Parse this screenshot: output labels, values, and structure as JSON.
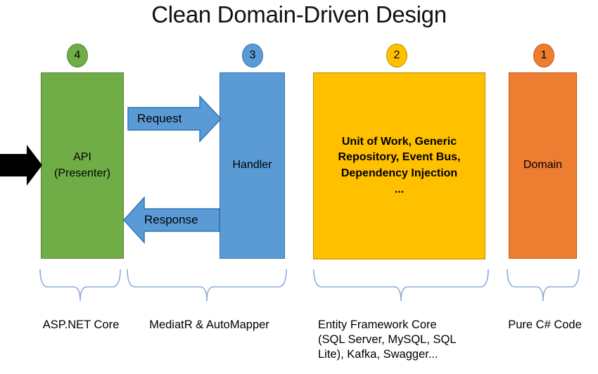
{
  "diagram": {
    "title": "Clean Domain-Driven Design",
    "colors": {
      "green": "#70AD47",
      "green_border": "#548235",
      "blue": "#5B9BD5",
      "blue_border": "#2E75B6",
      "yellow": "#FFC000",
      "yellow_border": "#BF9000",
      "orange": "#ED7D31",
      "orange_border": "#C55A11",
      "brace": "#8FAADC",
      "entry_arrow": "#000000"
    },
    "entry_arrow": {
      "name": "incoming-request-arrow",
      "direction": "right"
    },
    "layers": [
      {
        "badge": "4",
        "badge_color": "#70AD47",
        "badge_border": "#548235",
        "fill": "#70AD47",
        "border": "#548235",
        "label": "API\n(Presenter)",
        "label_lines": [
          "API",
          "(Presenter)"
        ],
        "caption": "ASP.NET Core",
        "caption_lines": [
          "ASP.NET Core"
        ]
      },
      {
        "badge": "3",
        "badge_color": "#5B9BD5",
        "badge_border": "#2E75B6",
        "fill": "#5B9BD5",
        "border": "#2E75B6",
        "label": "Handler",
        "label_lines": [
          "Handler"
        ],
        "caption": "MediatR & AutoMapper",
        "caption_lines": [
          "MediatR & AutoMapper"
        ]
      },
      {
        "badge": "2",
        "badge_color": "#FFC000",
        "badge_border": "#BF9000",
        "fill": "#FFC000",
        "border": "#BF9000",
        "label": "Unit of Work, Generic Repository, Event Bus, Dependency Injection ...",
        "label_lines": [
          "Unit of Work, Generic",
          "Repository, Event Bus,",
          "Dependency Injection",
          "..."
        ],
        "caption": "Entity Framework Core (SQL Server, MySQL, SQL Lite), Kafka, Swagger...",
        "caption_lines": [
          "Entity Framework Core",
          "(SQL Server, MySQL, SQL",
          "Lite), Kafka, Swagger..."
        ]
      },
      {
        "badge": "1",
        "badge_color": "#ED7D31",
        "badge_border": "#C55A11",
        "fill": "#ED7D31",
        "border": "#C55A11",
        "label": "Domain",
        "label_lines": [
          "Domain"
        ],
        "caption": "Pure C# Code",
        "caption_lines": [
          "Pure C# Code"
        ]
      }
    ],
    "flow_arrows": [
      {
        "label": "Request",
        "direction": "right",
        "fill": "#5B9BD5",
        "border": "#2E75B6"
      },
      {
        "label": "Response",
        "direction": "left",
        "fill": "#5B9BD5",
        "border": "#2E75B6"
      }
    ]
  }
}
